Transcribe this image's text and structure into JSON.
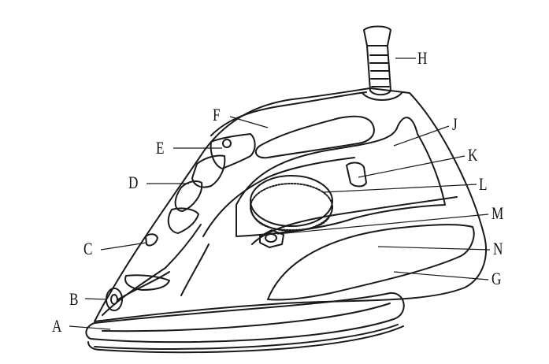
{
  "diagram": {
    "labels": {
      "A": "A",
      "B": "B",
      "C": "C",
      "D": "D",
      "E": "E",
      "F": "F",
      "G": "G",
      "H": "H",
      "J": "J",
      "K": "K",
      "L": "L",
      "M": "M",
      "N": "N"
    }
  },
  "colors": {
    "line": "#1a1a1a",
    "background": "#ffffff"
  }
}
